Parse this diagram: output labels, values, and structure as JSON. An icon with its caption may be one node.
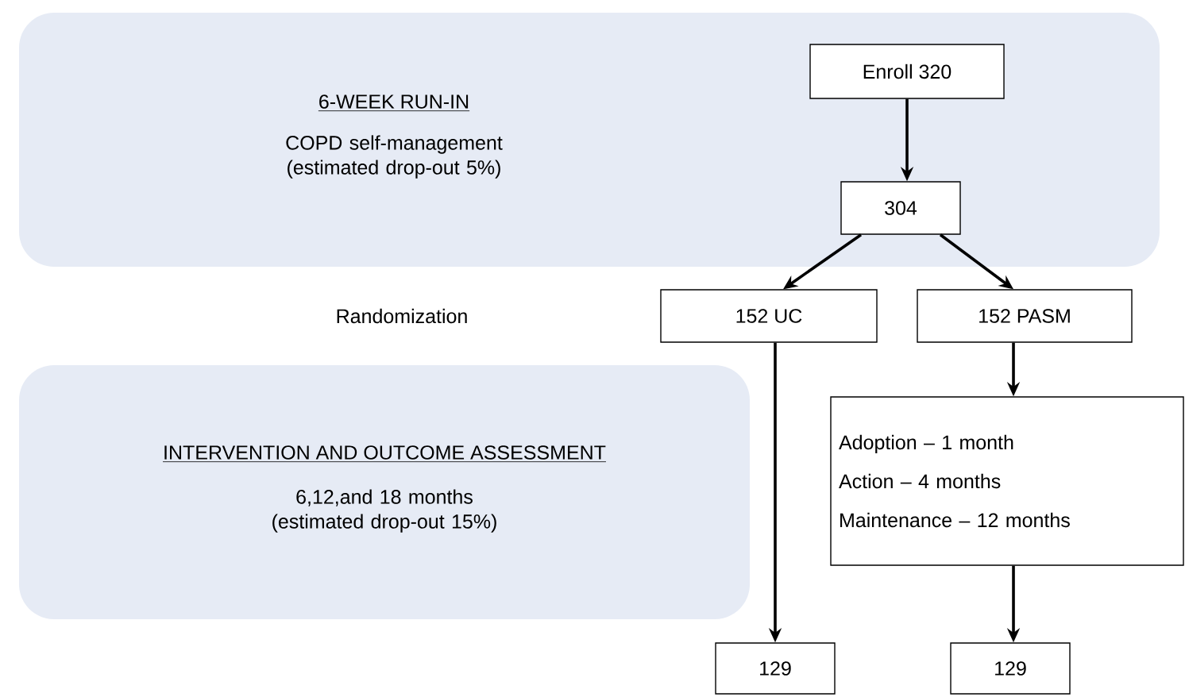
{
  "diagram": {
    "nodes": [
      {
        "text": [
          "6-WEEK RUN-IN",
          "COPD self-management (estimated drop-out 5%)"
        ]
      },
      {
        "text": [
          "Enroll 320"
        ],
        "in": 0
      },
      {
        "text": [
          "304"
        ],
        "in": 0
      },
      {
        "text": [
          "152 UC"
        ]
      },
      {
        "text": [
          "152 PASM"
        ]
      },
      {
        "text": [
          "INTERVENTION AND OUTCOME ASSESSMENT",
          "6,12,and 18 months (estimated drop-out 15%)"
        ]
      },
      {
        "text": [
          "Adoption – 1 month",
          "Action – 4 months",
          "Maintenance – 12 months"
        ]
      },
      {
        "text": [
          "129"
        ]
      },
      {
        "text": [
          "129"
        ]
      }
    ],
    "edges": [
      {
        "from": 1,
        "to": 2,
        "arrow": "to"
      },
      {
        "from": 2,
        "to": 3,
        "arrow": "to"
      },
      {
        "from": 2,
        "to": 4,
        "arrow": "to"
      },
      {
        "from": 3,
        "to": 7,
        "arrow": "to"
      },
      {
        "from": 4,
        "to": 6,
        "arrow": "to"
      },
      {
        "from": 6,
        "to": 8,
        "arrow": "to"
      }
    ],
    "labels": [
      "Randomization"
    ]
  }
}
